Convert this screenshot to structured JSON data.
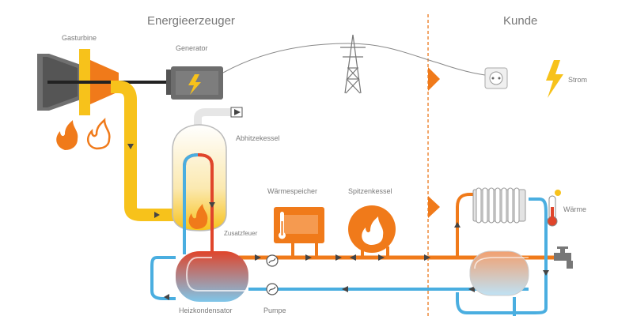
{
  "sections": {
    "producer": "Energieerzeuger",
    "customer": "Kunde"
  },
  "labels": {
    "gas_turbine": "Gasturbine",
    "generator": "Generator",
    "waste_heat_boiler": "Abhitzekessel",
    "heat_storage": "Wärmespeicher",
    "peak_boiler": "Spitzenkessel",
    "supplementary_firing": "Zusatzfeuer",
    "heat_condenser": "Heizkondensator",
    "pump": "Pumpe",
    "electricity": "Strom",
    "heat": "Wärme"
  },
  "colors": {
    "orange": "#f07a1a",
    "yellow": "#f7c21b",
    "blue": "#4aaee0",
    "red": "#e0452b",
    "gray": "#7d7d7d",
    "divider": "#ee8a3a"
  },
  "icons": [
    "flame-icon",
    "flame-outline-icon",
    "lightning-icon",
    "socket-icon",
    "pylon-icon",
    "radiator-icon",
    "thermometer-icon",
    "faucet-icon",
    "pump-icon",
    "play-arrow-icon"
  ]
}
